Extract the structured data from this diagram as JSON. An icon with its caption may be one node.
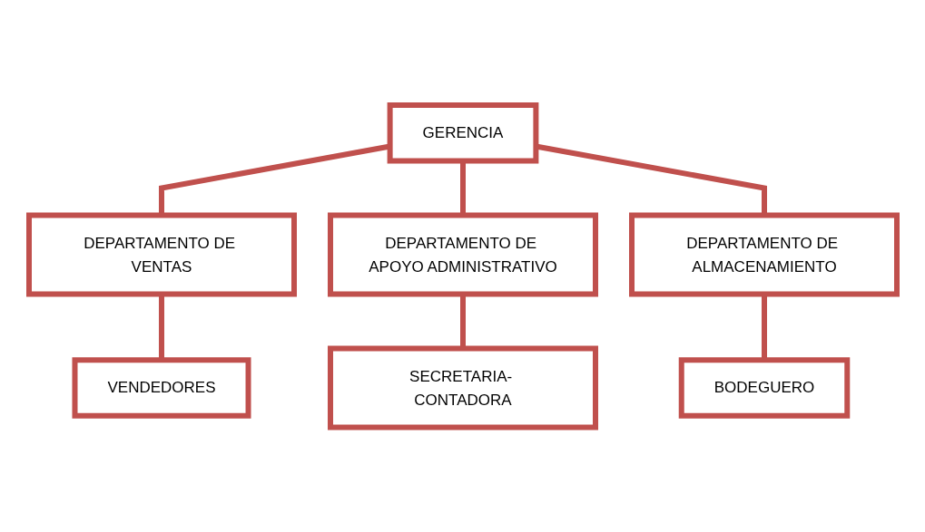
{
  "diagram": {
    "nodes": [
      {
        "text": [
          "GERENCIA"
        ]
      },
      {
        "text": [
          "DEPARTAMENTO DE VENTAS"
        ]
      },
      {
        "text": [
          "DEPARTAMENTO DE APOYO ADMINISTRATIVO"
        ]
      },
      {
        "text": [
          "DEPARTAMENTO DE ALMACENAMIENTO"
        ]
      },
      {
        "text": [
          "VENDEDORES"
        ]
      },
      {
        "text": [
          "SECRETARIA- CONTADORA"
        ]
      },
      {
        "text": [
          "BODEGUERO"
        ]
      }
    ],
    "edges": [
      {
        "from": 0,
        "to": 1,
        "arrow": "none"
      },
      {
        "from": 0,
        "to": 2,
        "arrow": "none"
      },
      {
        "from": 0,
        "to": 3,
        "arrow": "none"
      },
      {
        "from": 1,
        "to": 4,
        "arrow": "none"
      },
      {
        "from": 2,
        "to": 5,
        "arrow": "none"
      },
      {
        "from": 3,
        "to": 6,
        "arrow": "none"
      }
    ]
  }
}
